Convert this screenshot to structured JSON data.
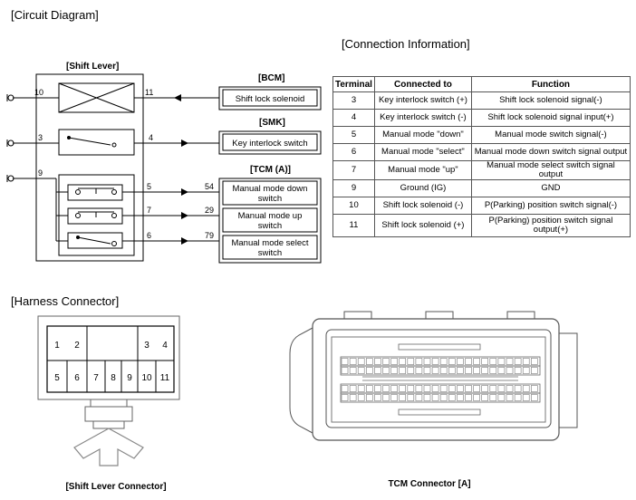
{
  "circuit": {
    "title": "[Circuit  Diagram]",
    "shift_lever_label": "[Shift Lever]",
    "bcm_label": "[BCM]",
    "smk_label": "[SMK]",
    "tcm_label": "[TCM (A)]",
    "shift_lock_solenoid": "Shift lock solenoid",
    "key_interlock_switch": "Key interlock switch",
    "manual_down_l1": "Manual mode down",
    "manual_down_l2": "switch",
    "manual_up_l1": "Manual mode up",
    "manual_up_l2": "switch",
    "manual_select_l1": "Manual mode select",
    "manual_select_l2": "switch",
    "pins": {
      "p10": "10",
      "p11": "11",
      "p3": "3",
      "p4": "4",
      "p9": "9",
      "p5": "5",
      "p7": "7",
      "p6": "6",
      "p54": "54",
      "p29": "29",
      "p79": "79"
    }
  },
  "connection_info": {
    "title": "[Connection Information]",
    "headers": [
      "Terminal",
      "Connected to",
      "Function"
    ],
    "rows": [
      {
        "terminal": "3",
        "connected": "Key interlock switch (+)",
        "function": "Shift lock solenoid signal(-)"
      },
      {
        "terminal": "4",
        "connected": "Key interlock switch (-)",
        "function": "Shift lock solenoid signal input(+)"
      },
      {
        "terminal": "5",
        "connected": "Manual mode \"down\"",
        "function": "Manual mode switch signal(-)"
      },
      {
        "terminal": "6",
        "connected": "Manual mode \"select\"",
        "function": "Manual mode down switch signal output"
      },
      {
        "terminal": "7",
        "connected": "Manual mode \"up\"",
        "function": "Manual  mode select switch signal output"
      },
      {
        "terminal": "9",
        "connected": "Ground (IG)",
        "function": "GND"
      },
      {
        "terminal": "10",
        "connected": "Shift lock solenoid (-)",
        "function": "P(Parking) position switch signal(-)"
      },
      {
        "terminal": "11",
        "connected": "Shift lock solenoid (+)",
        "function": "P(Parking) position switch signal output(+)"
      }
    ]
  },
  "harness": {
    "title": "[Harness Connector]",
    "shift_lever_connector_label": "[Shift Lever Connector]",
    "tcm_connector_label": "TCM Connector [A]",
    "top_row": [
      "1",
      "2",
      "3",
      "4"
    ],
    "bottom_row": [
      "5",
      "6",
      "7",
      "8",
      "9",
      "10",
      "11"
    ]
  }
}
